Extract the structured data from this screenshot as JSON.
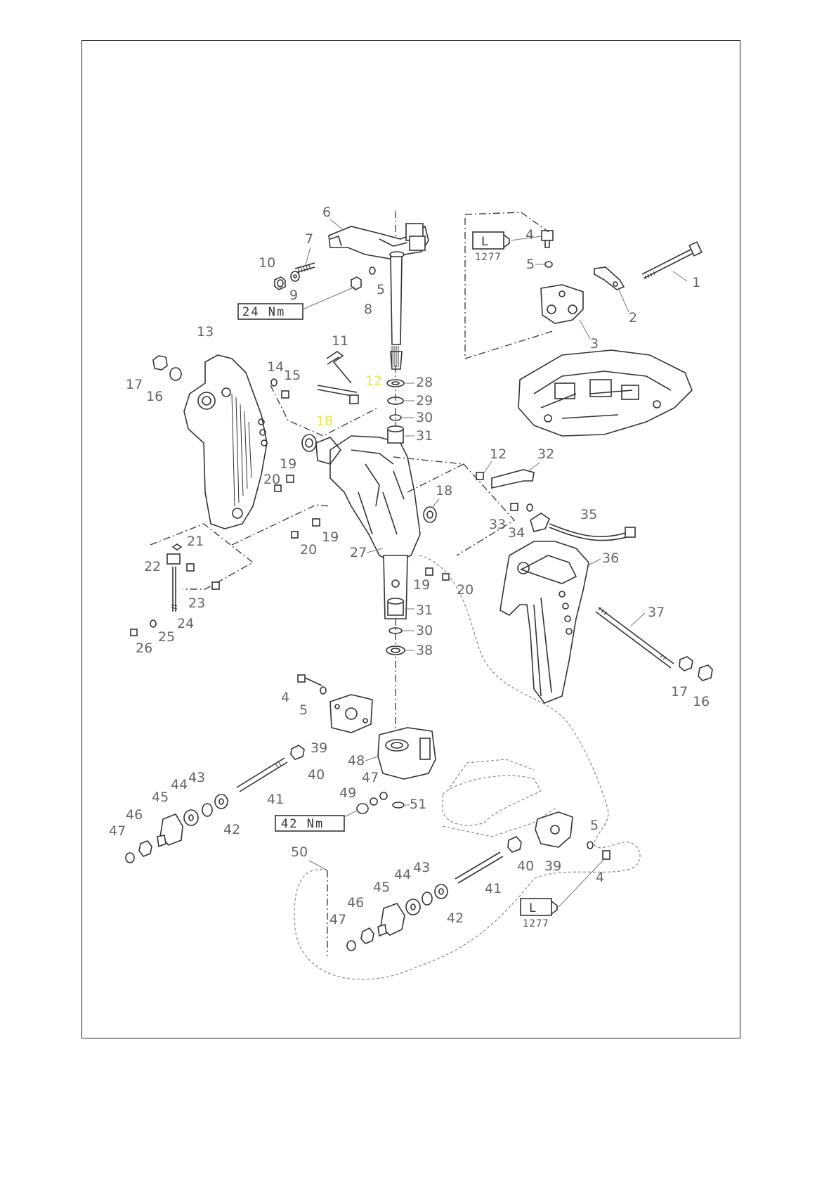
{
  "labels": {
    "l1": "1",
    "l2": "2",
    "l3": "3",
    "l4a": "4",
    "l5a": "5",
    "l5b": "5",
    "l6": "6",
    "l7": "7",
    "l8": "8",
    "l9": "9",
    "l10": "10",
    "l11": "11",
    "l12y": "12",
    "l12": "12",
    "l13": "13",
    "l14": "14",
    "l15": "15",
    "l16a": "16",
    "l17a": "17",
    "l18y": "18",
    "l18": "18",
    "l19a": "19",
    "l19b": "19",
    "l19c": "19",
    "l20a": "20",
    "l20b": "20",
    "l20c": "20",
    "l21": "21",
    "l22": "22",
    "l23": "23",
    "l24": "24",
    "l25": "25",
    "l26": "26",
    "l27": "27",
    "l28": "28",
    "l29": "29",
    "l30a": "30",
    "l30b": "30",
    "l31a": "31",
    "l31b": "31",
    "l32": "32",
    "l33": "33",
    "l34": "34",
    "l35": "35",
    "l36": "36",
    "l37": "37",
    "l16b": "16",
    "l17b": "17",
    "l38": "38",
    "l4b": "4",
    "l5c": "5",
    "l39a": "39",
    "l40a": "40",
    "l48": "48",
    "l41a": "41",
    "l42a": "42",
    "l43a": "43",
    "l44a": "44",
    "l45a": "45",
    "l46a": "46",
    "l47a": "47",
    "l47b": "47",
    "l49": "49",
    "l51": "51",
    "l50": "50",
    "l5d": "5",
    "l39b": "39",
    "l40b": "40",
    "l4c": "4",
    "l41b": "41",
    "l42b": "42",
    "l43b": "43",
    "l44b": "44",
    "l45b": "45",
    "l46b": "46",
    "l47c": "47"
  },
  "callouts": {
    "torque_top": "24 Nm",
    "torque_bottom": "42 Nm",
    "loctite_top_letter": "L",
    "loctite_top_code": "1277",
    "loctite_bottom_letter": "L",
    "loctite_bottom_code": "1277"
  }
}
